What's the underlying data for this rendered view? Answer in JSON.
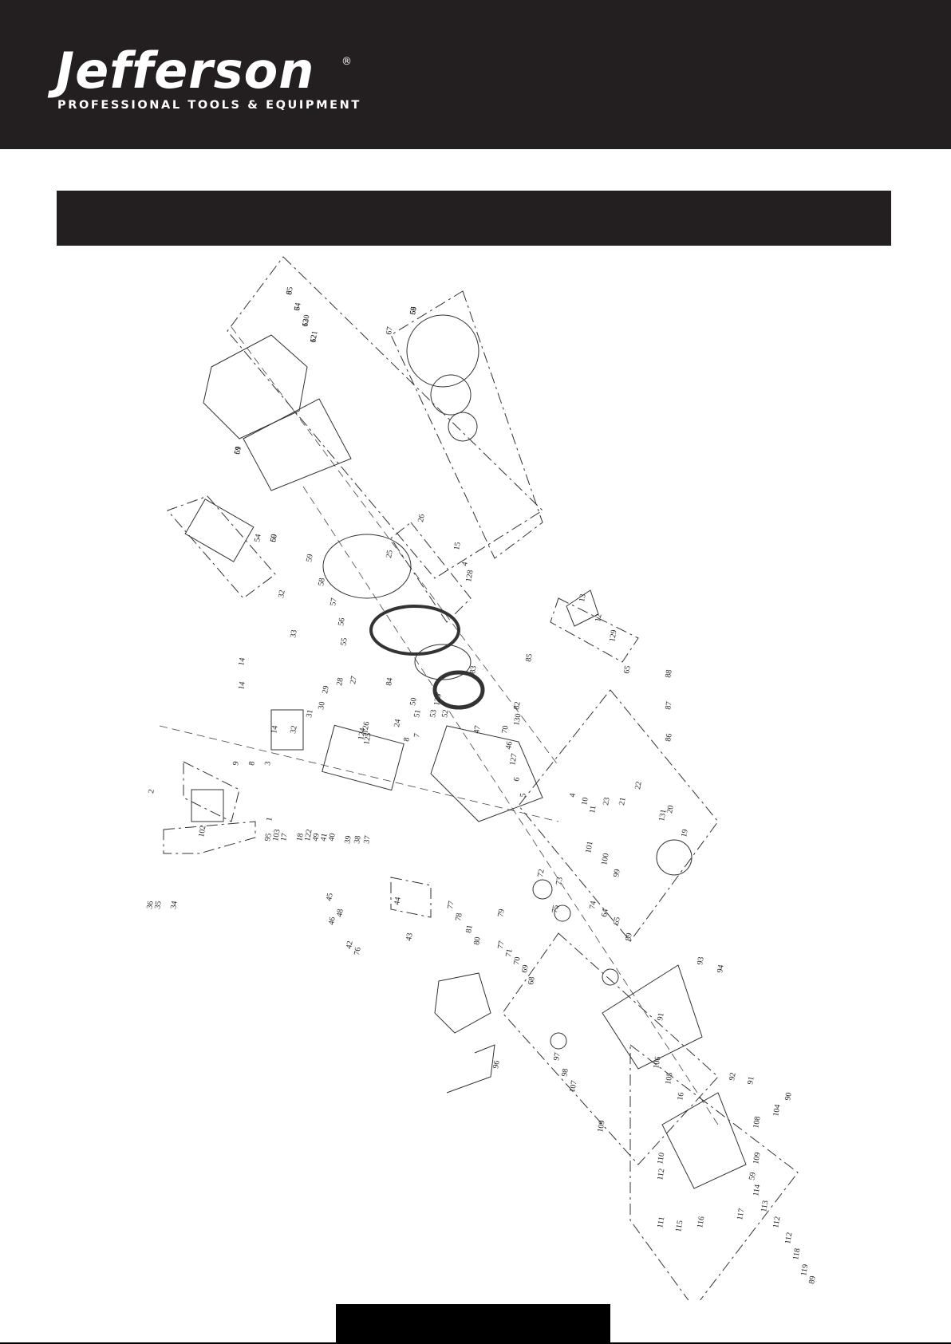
{
  "brand": {
    "name": "Jefferson",
    "registered_mark": "®",
    "tagline": "PROFESSIONAL TOOLS & EQUIPMENT"
  },
  "colors": {
    "band": "#231f20",
    "ink": "#222222"
  },
  "diagram": {
    "callouts": [
      "65",
      "64",
      "63",
      "62",
      "61",
      "60",
      "66",
      "67",
      "59",
      "58",
      "57",
      "56",
      "55",
      "54",
      "32",
      "33",
      "14",
      "14",
      "14",
      "32",
      "31",
      "30",
      "29",
      "28",
      "27",
      "26",
      "25",
      "15",
      "4",
      "128",
      "13",
      "12",
      "129",
      "65",
      "88",
      "87",
      "86",
      "85",
      "84",
      "83",
      "82",
      "130",
      "126",
      "124",
      "125",
      "8",
      "7",
      "47",
      "70",
      "46",
      "127",
      "6",
      "5",
      "4",
      "10",
      "11",
      "9",
      "8",
      "3",
      "2",
      "1",
      "51",
      "53",
      "52",
      "50",
      "123",
      "24",
      "22",
      "21",
      "23",
      "20",
      "131",
      "19",
      "101",
      "100",
      "99",
      "102",
      "95",
      "103",
      "17",
      "18",
      "122",
      "49",
      "41",
      "40",
      "39",
      "38",
      "37",
      "36",
      "35",
      "34",
      "45",
      "46",
      "48",
      "44",
      "43",
      "42",
      "76",
      "77",
      "78",
      "81",
      "80",
      "79",
      "77",
      "71",
      "70",
      "69",
      "68",
      "75",
      "72",
      "73",
      "74",
      "64",
      "65",
      "89",
      "93",
      "94",
      "91",
      "96",
      "97",
      "98",
      "107",
      "106",
      "105",
      "16",
      "92",
      "91",
      "90",
      "104",
      "108",
      "109",
      "110",
      "112",
      "59",
      "114",
      "113",
      "112",
      "112",
      "109",
      "111",
      "115",
      "116",
      "117",
      "118",
      "119",
      "89",
      "8",
      "7",
      "120",
      "121",
      "59",
      "59",
      "59"
    ]
  }
}
